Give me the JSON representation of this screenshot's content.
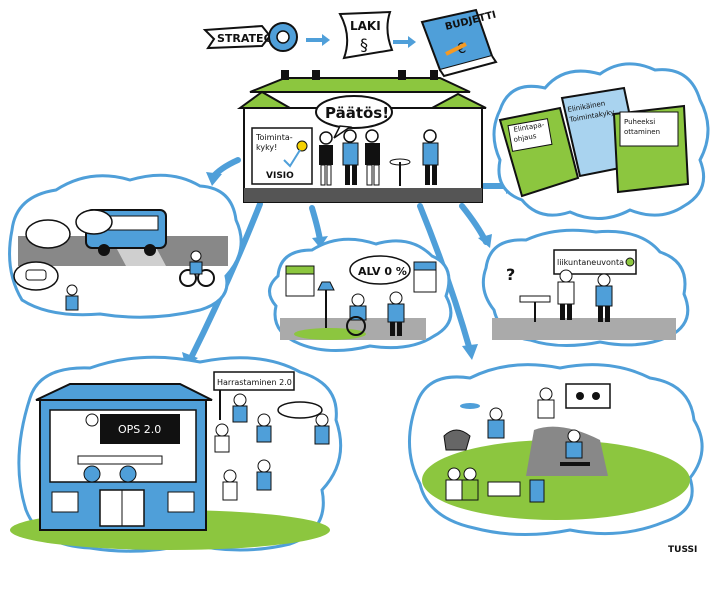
{
  "top_flow": {
    "strategy": "STRATEGIA",
    "law": "LAKI",
    "law_symbol": "§",
    "budget": "BUDJETTI",
    "budget_symbol": "€"
  },
  "center": {
    "speech": "Päätös!",
    "board_left": "Toiminta-\nkyky!",
    "board_vision": "VISIO"
  },
  "books": {
    "left": "Elintapa-\nohjaus",
    "middle": "Elinikäinen\nToimintakyky",
    "right": "Puheeksi\nottaminen"
  },
  "middle_scene": {
    "sign": "ALV 0 %"
  },
  "counseling_scene": {
    "board": "liikuntaneuvonta"
  },
  "school_scene": {
    "board": "OPS 2.0",
    "sign": "Harrastaminen 2.0"
  },
  "signature": {
    "text": "TUSSI"
  },
  "colors": {
    "sky_blue": "#a9d3ef",
    "blue": "#4f9fd9",
    "green": "#8cc63f",
    "dark": "#1b1b1b"
  }
}
